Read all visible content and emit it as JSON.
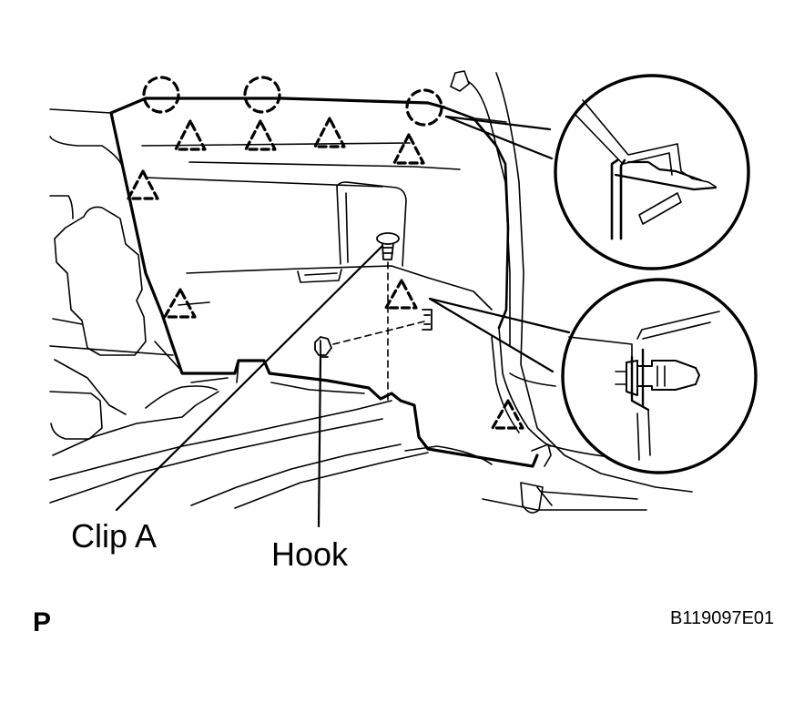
{
  "labels": {
    "clip": "Clip A",
    "hook": "Hook"
  },
  "view_letter": "P",
  "figure_code": "B119097E01",
  "symbols": {
    "removal_point": "dashed-circle-icon",
    "clip_point": "dashed-triangle-icon"
  },
  "colors": {
    "line": "#000000",
    "background": "#ffffff"
  }
}
